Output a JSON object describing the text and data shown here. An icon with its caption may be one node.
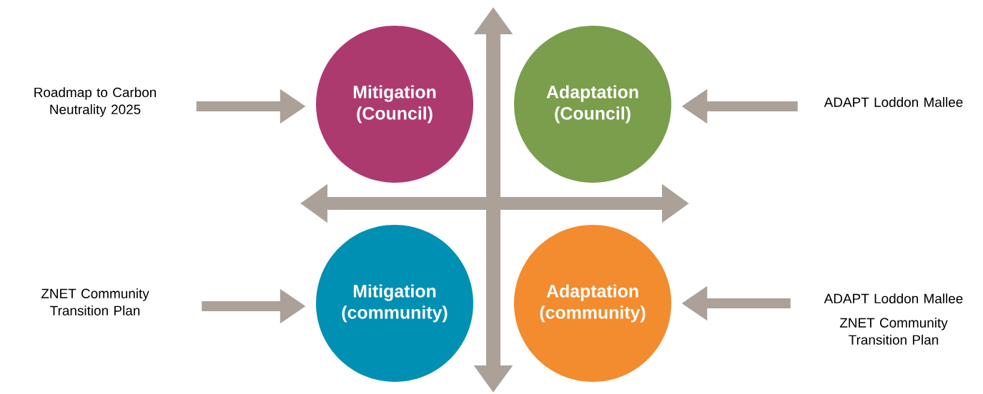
{
  "diagram": {
    "nodes": [
      {
        "text": [
          "Mitigation (Council)"
        ]
      },
      {
        "text": [
          "Adaptation (Council)"
        ]
      },
      {
        "text": [
          "Mitigation (community)"
        ]
      },
      {
        "text": [
          "Adaptation (community)"
        ]
      },
      {
        "text": [
          "Roadmap to Carbon Neutrality 2025"
        ]
      },
      {
        "text": [
          "ADAPT Loddon Mallee"
        ]
      },
      {
        "text": [
          "ZNET Community Transition Plan"
        ]
      },
      {
        "text": [
          "ADAPT Loddon Mallee",
          "ZNET Community Transition Plan"
        ]
      }
    ],
    "edges": [
      {
        "from": 4,
        "to": 0,
        "arrow": "to"
      },
      {
        "from": 5,
        "to": 1,
        "arrow": "to"
      },
      {
        "from": 6,
        "to": 2,
        "arrow": "to"
      },
      {
        "from": 7,
        "to": 3,
        "arrow": "to"
      }
    ]
  }
}
